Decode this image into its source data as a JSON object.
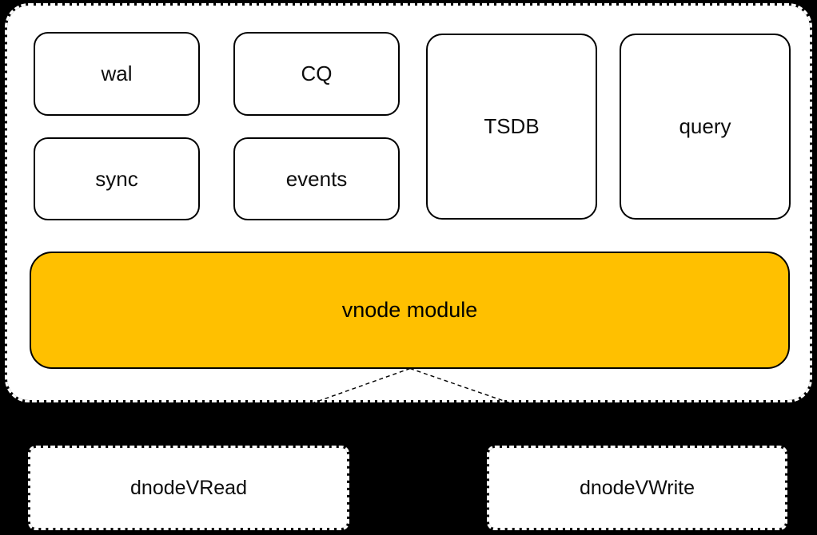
{
  "canvas": {
    "background_color": "#000000"
  },
  "diagram": {
    "container": {
      "fill": "#FFFFFF",
      "edge_color": "#FFFFFF",
      "edge_style": "dashed"
    },
    "modules": {
      "wal": "wal",
      "cq": "CQ",
      "tsdb": "TSDB",
      "query": "query",
      "sync": "sync",
      "events": "events"
    },
    "module_box": {
      "fill": "#FFFFFF",
      "border_color": "#000000"
    },
    "vnode_bar": {
      "label": "vnode module",
      "fill": "#FFC000",
      "border_color": "#000000",
      "text_color": "#000000"
    },
    "dnodes": {
      "read": "dnodeVRead",
      "write": "dnodeVWrite"
    },
    "connectors": [
      {
        "from": "vnode module",
        "to": "dnodeVRead",
        "style": "dashed",
        "color": "#000000"
      },
      {
        "from": "vnode module",
        "to": "dnodeVWrite",
        "style": "dashed",
        "color": "#000000"
      }
    ]
  }
}
